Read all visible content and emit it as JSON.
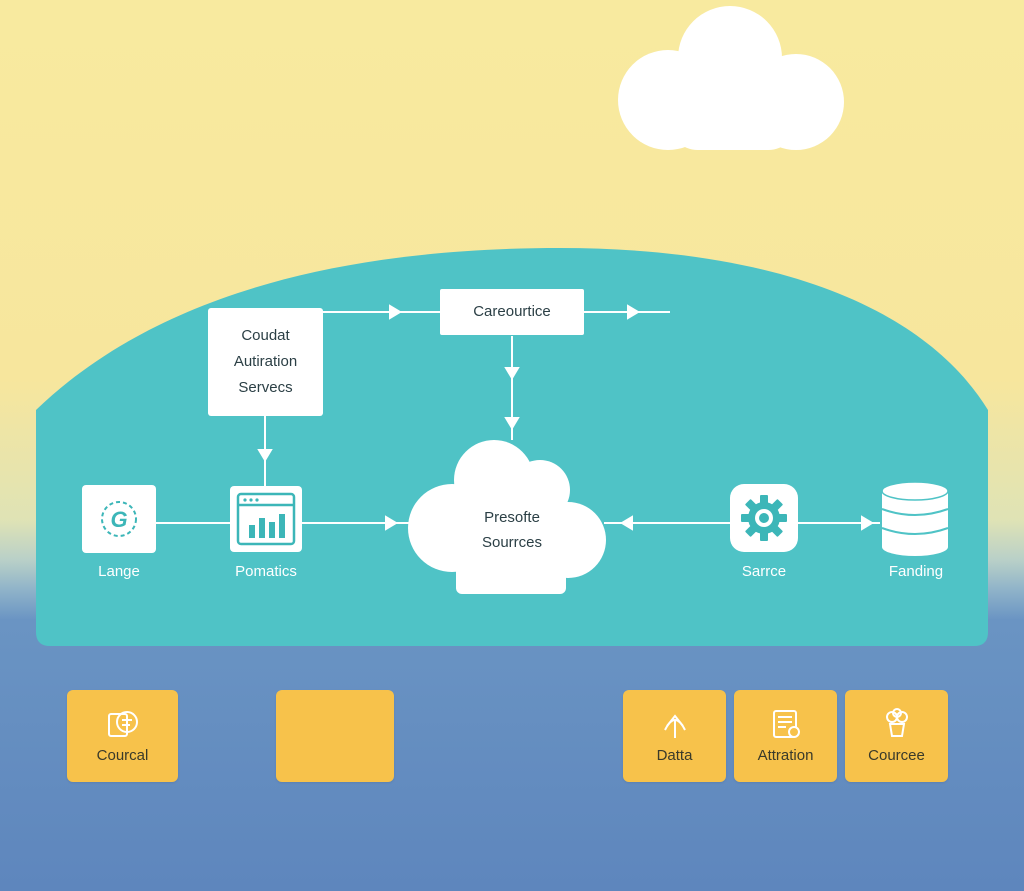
{
  "diagram": {
    "top_box": "Careourtice",
    "left_box_lines": [
      "Coudat",
      "Autiration",
      "Servecs"
    ],
    "center_cloud_lines": [
      "Presofte",
      "Sourrces"
    ],
    "nodes": {
      "lange": "Lange",
      "pomatics": "Pomatics",
      "sarrce": "Sarrce",
      "fanding": "Fanding"
    }
  },
  "tiles": {
    "courcal": "Courcal",
    "blank": "",
    "datta": "Datta",
    "attration": "Attration",
    "courcee": "Courcee"
  },
  "colors": {
    "sky": "#f8ea9f",
    "teal_panel": "#4fc3c6",
    "sea": "#5e86bd",
    "tile": "#f7c24b",
    "icon_teal": "#3cb6b8",
    "white": "#ffffff"
  },
  "icons": {
    "lange": "g-logo-icon",
    "pomatics": "bar-chart-window-icon",
    "sarrce": "gear-icon",
    "fanding": "database-icon",
    "courcal": "chat-document-icon",
    "datta": "tree-upload-icon",
    "attration": "document-check-icon",
    "courcee": "plant-pot-icon"
  }
}
